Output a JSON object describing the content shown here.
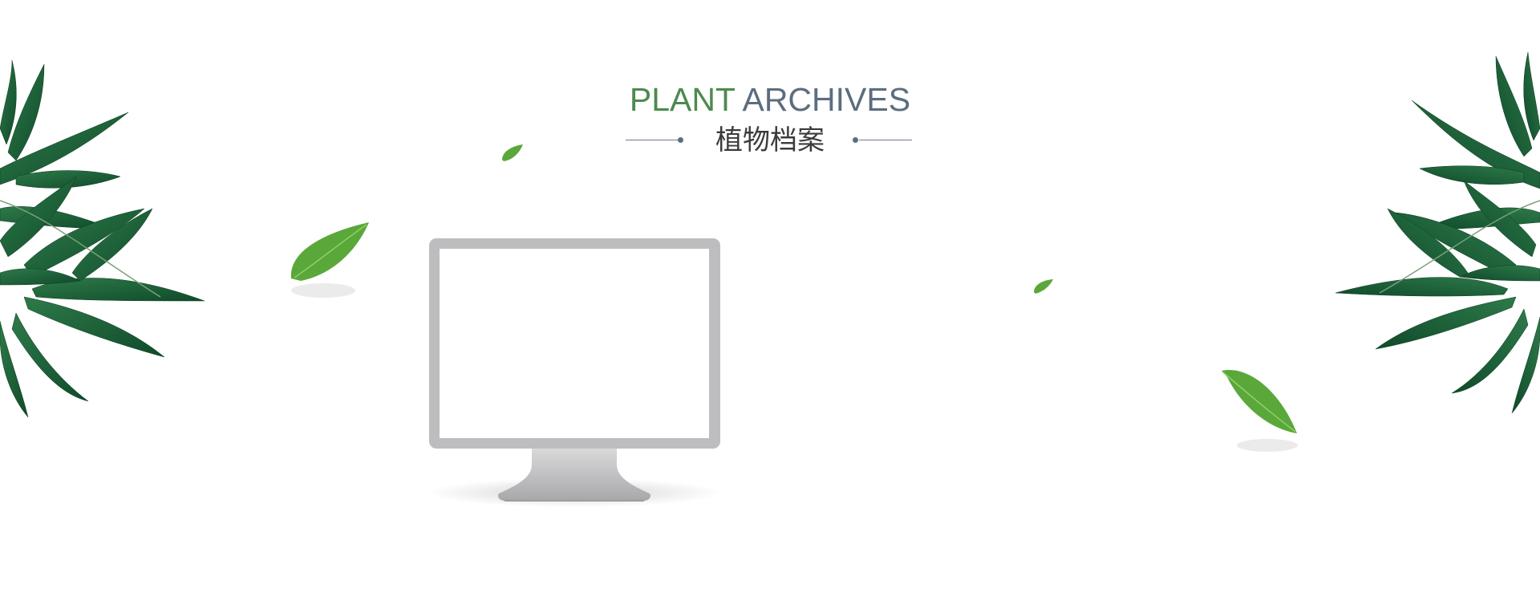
{
  "heading": {
    "title_word_1": "PLANT",
    "title_word_2": "ARCHIVES",
    "subtitle": "植物档案"
  },
  "colors": {
    "title_green": "#4d8a4e",
    "title_slate": "#5c6d7e",
    "subtitle": "#3b3b3b",
    "monitor_frame": "#bdbdbf",
    "leaf_green": "#5aa83a",
    "foliage_dark": "#1f5f3a"
  },
  "decor": {
    "monitor": "monitor-icon",
    "foliage_left": "palm-branch-icon",
    "foliage_right": "palm-branch-icon",
    "floating_leaves": "leaf-icon"
  }
}
